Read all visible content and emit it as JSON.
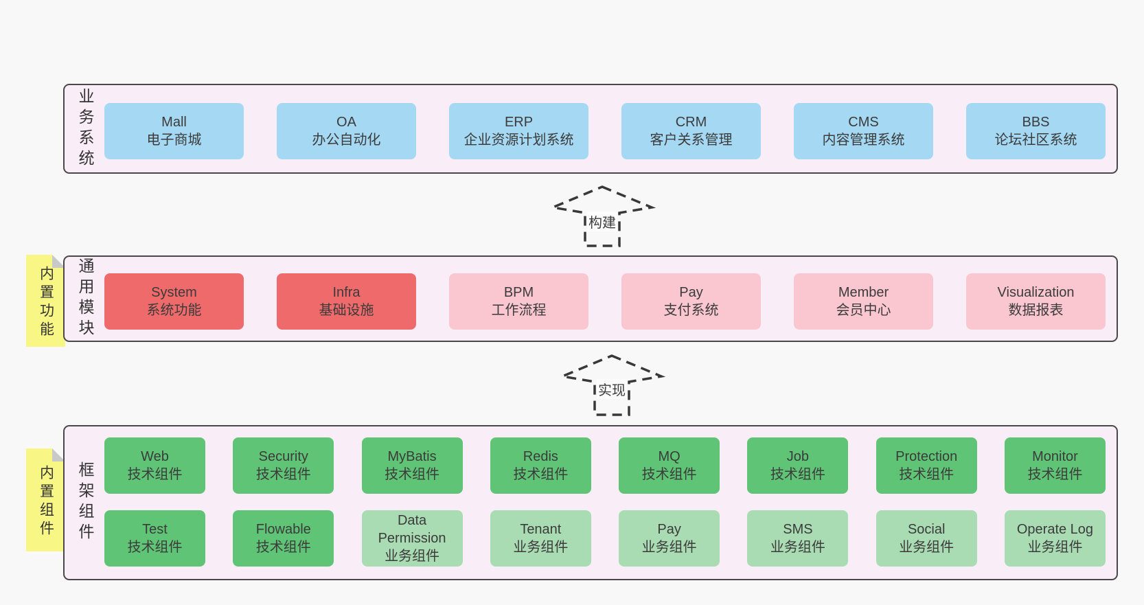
{
  "layers": [
    {
      "id": "business",
      "label": "业务系统",
      "boxes": [
        {
          "name": "Mall",
          "desc": "电子商城",
          "type": "blue"
        },
        {
          "name": "OA",
          "desc": "办公自动化",
          "type": "blue"
        },
        {
          "name": "ERP",
          "desc": "企业资源计划系统",
          "type": "blue"
        },
        {
          "name": "CRM",
          "desc": "客户关系管理",
          "type": "blue"
        },
        {
          "name": "CMS",
          "desc": "内容管理系统",
          "type": "blue"
        },
        {
          "name": "BBS",
          "desc": "论坛社区系统",
          "type": "blue"
        }
      ]
    },
    {
      "id": "modules",
      "label": "通用模块",
      "sticky": "内置功能",
      "boxes": [
        {
          "name": "System",
          "desc": "系统功能",
          "type": "red"
        },
        {
          "name": "Infra",
          "desc": "基础设施",
          "type": "red"
        },
        {
          "name": "BPM",
          "desc": "工作流程",
          "type": "pink"
        },
        {
          "name": "Pay",
          "desc": "支付系统",
          "type": "pink"
        },
        {
          "name": "Member",
          "desc": "会员中心",
          "type": "pink"
        },
        {
          "name": "Visualization",
          "desc": "数据报表",
          "type": "pink"
        }
      ]
    },
    {
      "id": "components",
      "label": "框架组件",
      "sticky": "内置组件",
      "rows": [
        [
          {
            "name": "Web",
            "desc": "技术组件",
            "type": "green"
          },
          {
            "name": "Security",
            "desc": "技术组件",
            "type": "green"
          },
          {
            "name": "MyBatis",
            "desc": "技术组件",
            "type": "green"
          },
          {
            "name": "Redis",
            "desc": "技术组件",
            "type": "green"
          },
          {
            "name": "MQ",
            "desc": "技术组件",
            "type": "green"
          },
          {
            "name": "Job",
            "desc": "技术组件",
            "type": "green"
          },
          {
            "name": "Protection",
            "desc": "技术组件",
            "type": "green"
          },
          {
            "name": "Monitor",
            "desc": "技术组件",
            "type": "green"
          }
        ],
        [
          {
            "name": "Test",
            "desc": "技术组件",
            "type": "green"
          },
          {
            "name": "Flowable",
            "desc": "技术组件",
            "type": "green"
          },
          {
            "name": "Data Permission",
            "desc": "业务组件",
            "type": "lightgreen"
          },
          {
            "name": "Tenant",
            "desc": "业务组件",
            "type": "lightgreen"
          },
          {
            "name": "Pay",
            "desc": "业务组件",
            "type": "lightgreen"
          },
          {
            "name": "SMS",
            "desc": "业务组件",
            "type": "lightgreen"
          },
          {
            "name": "Social",
            "desc": "业务组件",
            "type": "lightgreen"
          },
          {
            "name": "Operate Log",
            "desc": "业务组件",
            "type": "lightgreen"
          }
        ]
      ]
    }
  ],
  "arrows": [
    {
      "label": "构建"
    },
    {
      "label": "实现"
    }
  ],
  "colors": {
    "background": "#f8f8f8",
    "container_fill": "#f9eef7",
    "container_border": "#484848",
    "blue": "#a5d8f2",
    "red": "#ef6a6a",
    "pink": "#fac7d1",
    "green": "#5fc475",
    "light_green": "#aadcb4",
    "sticky_yellow": "#f8f685",
    "fold_gray": "#c9c9c9",
    "text": "#3b3b3b"
  }
}
